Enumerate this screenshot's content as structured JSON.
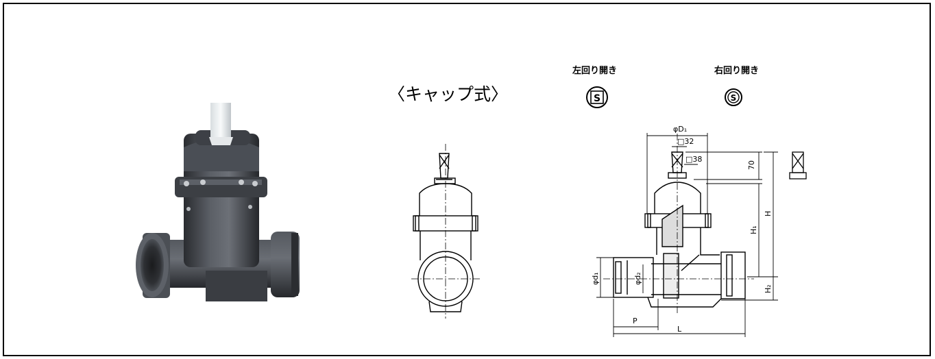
{
  "title": "〈キャップ式〉",
  "directions": {
    "left": {
      "label": "左回り開き",
      "symbol": "S"
    },
    "right": {
      "label": "右回り開き",
      "symbol": "S"
    }
  },
  "dimensions": {
    "phi_D1": "φD₁",
    "sq32": "□32",
    "sq38": "□38",
    "h70": "70",
    "H": "H",
    "H1": "H₁",
    "H2": "H₂",
    "phi_d1": "φd₁",
    "phi_d2": "φd₂",
    "P": "P",
    "L": "L"
  }
}
